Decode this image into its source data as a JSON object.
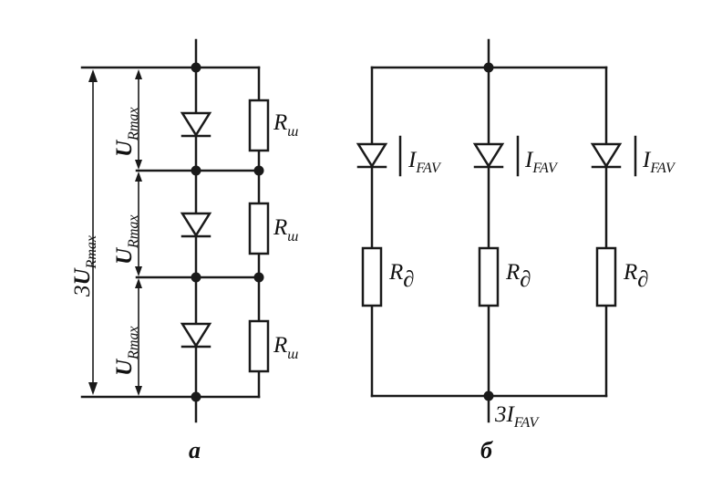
{
  "figure": {
    "panel_a": {
      "caption": "a",
      "total_voltage": {
        "coef": "3",
        "main": "U",
        "sub": "Rmax"
      },
      "diode_voltage": {
        "main": "U",
        "sub": "Rmax"
      },
      "shunt_resistor": {
        "main": "R",
        "sub": "ш"
      }
    },
    "panel_b": {
      "caption": "б",
      "branch_current": {
        "main": "I",
        "sub": "FAV"
      },
      "ballast_resistor": {
        "main": "R",
        "sub": "∂"
      },
      "total_current": {
        "coef": "3",
        "main": "I",
        "sub": "FAV"
      }
    }
  }
}
